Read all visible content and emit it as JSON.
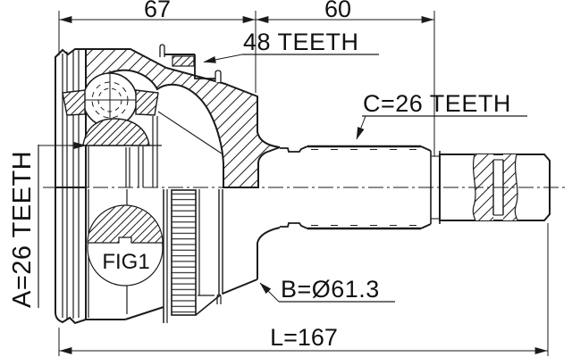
{
  "drawing": {
    "dim_width_joint": "67",
    "dim_width_spline": "60",
    "label_abs_ring": "48 TEETH",
    "label_spline_c": "C=26 TEETH",
    "label_spline_a": "A=26 TEETH",
    "label_diameter": "B=Ø61.3",
    "label_length": "L=167",
    "label_figure": "FIG1",
    "colors": {
      "line": "#1a1a1a",
      "background": "#ffffff"
    }
  }
}
